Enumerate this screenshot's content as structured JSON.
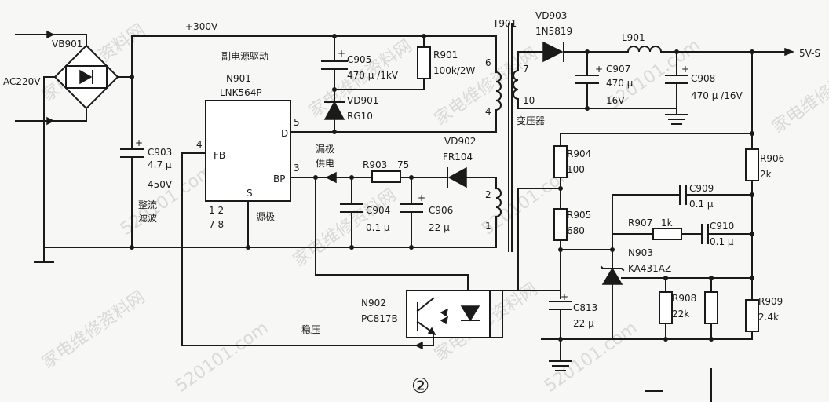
{
  "watermark": {
    "text_cn": "家电维修资料网",
    "text_url": "520101.com"
  },
  "figure_number": "②",
  "labels": {
    "ac_input": "AC220V",
    "vb901": "VB901",
    "plus300": "+300V",
    "aux_drive": "副电源驱动",
    "n901": "N901",
    "n901_part": "LNK564P",
    "pin_fb": "FB",
    "pin_d": "D",
    "pin_bp": "BP",
    "pin_s": "S",
    "pin_4": "4",
    "pin_5": "5",
    "pin_3": "3",
    "pins_bottom_1": "1  2",
    "pins_bottom_2": "7  8",
    "source_pole": "源极",
    "drain_pole": "漏极",
    "supply": "供电",
    "c903": "C903",
    "c903_val": "4.7 μ",
    "c903_v": "450V",
    "rectify": "整流",
    "filter": "滤波",
    "c905": "C905",
    "c905_val": "470 μ /1kV",
    "r901": "R901",
    "r901_val": "100k/2W",
    "vd901": "VD901",
    "vd901_part": "RG10",
    "t901": "T901",
    "t_pin6": "6",
    "t_pin4": "4",
    "t_pin7": "7",
    "t_pin10": "10",
    "t_pin2": "2",
    "t_pin1": "1",
    "transformer": "变压器",
    "vd903": "VD903",
    "vd903_part": "1N5819",
    "l901": "L901",
    "c907": "C907",
    "c907_val": "470 μ",
    "c907_v": "16V",
    "c908": "C908",
    "c908_val": "470 μ /16V",
    "out": "5V-S",
    "vd902": "VD902",
    "vd902_part": "FR104",
    "r903": "R903",
    "r903_val": "75",
    "c904": "C904",
    "c904_val": "0.1 μ",
    "c906": "C906",
    "c906_val": "22 μ",
    "r904": "R904",
    "r904_val": "100",
    "r905": "R905",
    "r905_val": "680",
    "r906": "R906",
    "r906_val": "2k",
    "c909": "C909",
    "c909_val": "0.1 μ",
    "r907": "R907",
    "r907_val": "1k",
    "c910": "C910",
    "c910_val": "0.1 μ",
    "n903": "N903",
    "n903_part": "KA431AZ",
    "n902": "N902",
    "n902_part": "PC817B",
    "c813": "C813",
    "c813_val": "22 μ",
    "r908": "R908",
    "r908_val": "22k",
    "r909": "R909",
    "r909_val": "2.4k",
    "regulate": "稳压"
  }
}
